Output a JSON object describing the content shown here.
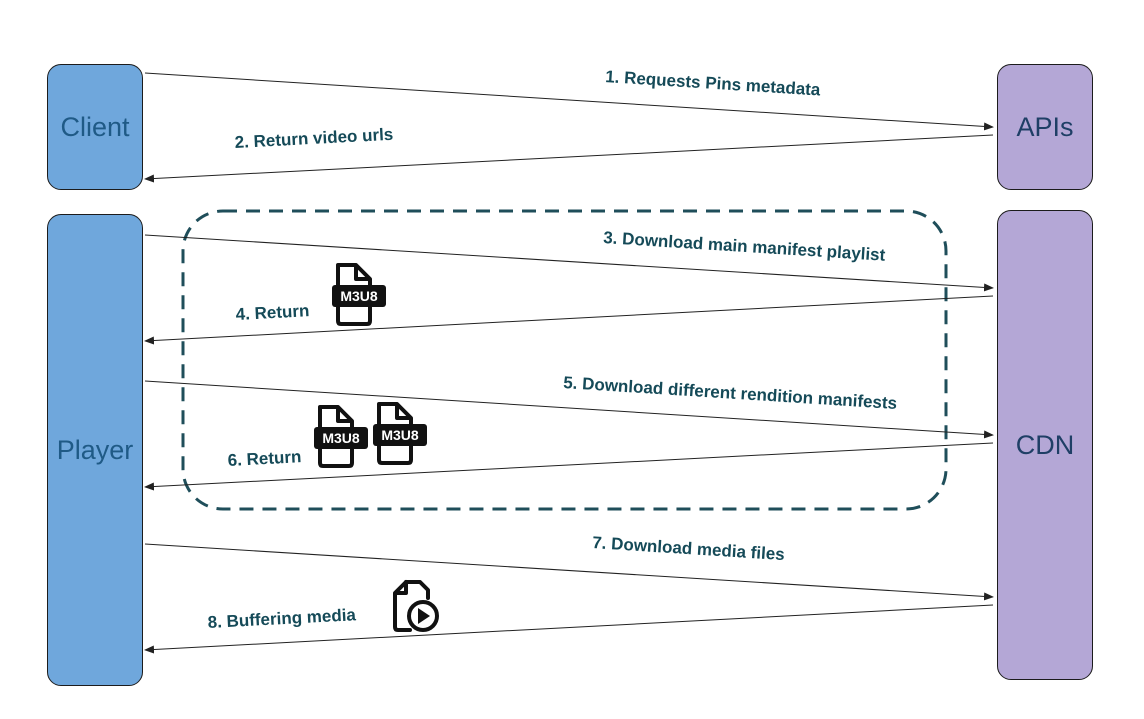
{
  "nodes": {
    "client": "Client",
    "apis": "APIs",
    "player": "Player",
    "cdn": "CDN"
  },
  "steps": [
    "1. Requests Pins metadata",
    "2. Return video urls",
    "3. Download main manifest playlist",
    "4. Return",
    "5. Download different rendition manifests",
    "6. Return",
    "7. Download media files",
    "8. Buffering media"
  ],
  "file_badge": "M3U8",
  "icons": {
    "manifest": "m3u8-file-icon",
    "media": "video-file-play-icon"
  },
  "colors": {
    "client_fill": "#6fa7dc",
    "server_fill": "#b4a7d6",
    "label_text": "#154a58",
    "group_border": "#1f4e5a"
  }
}
